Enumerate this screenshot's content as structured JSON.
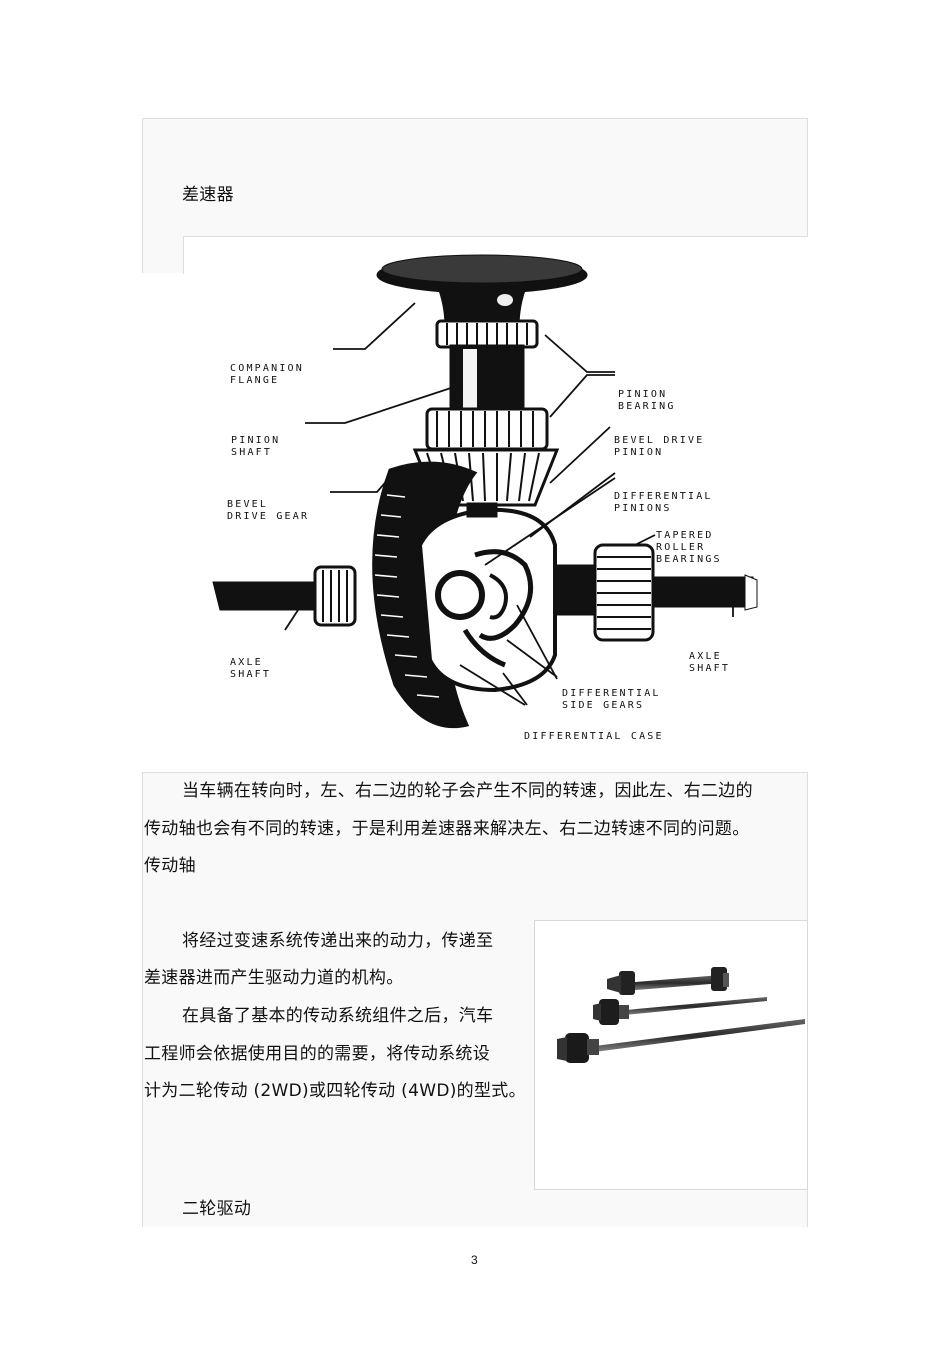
{
  "section_differential": {
    "heading": "差速器"
  },
  "diagram": {
    "labels": {
      "companion_flange": [
        "COMPANION",
        "FLANGE"
      ],
      "pinion_bearing": [
        "PINION",
        "BEARING"
      ],
      "pinion_shaft": [
        "PINION",
        "SHAFT"
      ],
      "bevel_drive_pinion": [
        "BEVEL DRIVE",
        "PINION"
      ],
      "bevel_drive_gear": [
        "BEVEL",
        "DRIVE GEAR"
      ],
      "differential_pinions": [
        "DIFFERENTIAL",
        "PINIONS"
      ],
      "tapered_roller_bearings": [
        "TAPERED",
        "ROLLER",
        "BEARINGS"
      ],
      "axle_shaft_left": [
        "AXLE",
        "SHAFT"
      ],
      "axle_shaft_right": [
        "AXLE",
        "SHAFT"
      ],
      "differential_side_gears": [
        "DIFFERENTIAL",
        "SIDE GEARS"
      ],
      "differential_case": [
        "DIFFERENTIAL CASE"
      ]
    }
  },
  "paragraphs": {
    "differential_line1": "当车辆在转向时，左、右二边的轮子会产生不同的转速，因此左、右二边的",
    "differential_line2": "传动轴也会有不同的转速，于是利用差速器来解决左、右二边转速不同的问题。",
    "driveshaft_heading": "传动轴",
    "driveshaft_p1_line1": "将经过变速系统传递出来的动力，传递至",
    "driveshaft_p1_line2": "差速器进而产生驱动力道的机构。",
    "driveshaft_p2_line1": "在具备了基本的传动系统组件之后，汽车",
    "driveshaft_p2_line2": "工程师会依据使用目的的需要，将传动系统设",
    "driveshaft_p2_line3": "计为二轮传动 (2WD)或四轮传动 (4WD)的型式。",
    "two_wheel_drive_heading": "二轮驱动"
  },
  "page": {
    "number": "3"
  }
}
